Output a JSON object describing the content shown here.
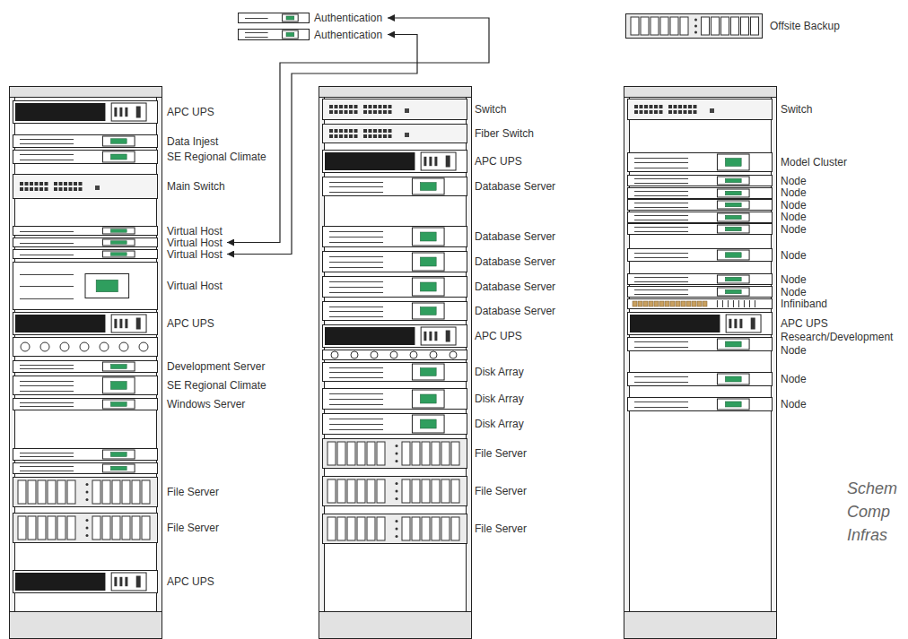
{
  "diagram": {
    "caption": "Schem Comp Infras",
    "nodes": [
      {
        "text": [
          "Authentication"
        ]
      },
      {
        "text": [
          "Authentication"
        ]
      },
      {
        "text": [
          "Offsite Backup"
        ]
      },
      {
        "text": [
          "APC UPS"
        ]
      },
      {
        "text": [
          "Data Injest"
        ]
      },
      {
        "text": [
          "SE Regional Climate"
        ]
      },
      {
        "text": [
          "Main Switch"
        ]
      },
      {
        "text": [
          "Virtual Host"
        ]
      },
      {
        "text": [
          "Virtual Host"
        ]
      },
      {
        "text": [
          "Virtual Host"
        ]
      },
      {
        "text": [
          "Virtual Host"
        ]
      },
      {
        "text": [
          "APC UPS"
        ]
      },
      {
        "text": [
          "Development Server"
        ]
      },
      {
        "text": [
          "SE Regional Climate"
        ]
      },
      {
        "text": [
          "Windows Server"
        ]
      },
      {
        "text": [
          "File Server"
        ]
      },
      {
        "text": [
          "File Server"
        ]
      },
      {
        "text": [
          "APC UPS"
        ]
      },
      {
        "text": [
          "Switch"
        ]
      },
      {
        "text": [
          "Fiber Switch"
        ]
      },
      {
        "text": [
          "APC UPS"
        ]
      },
      {
        "text": [
          "Database Server"
        ]
      },
      {
        "text": [
          "Database Server"
        ]
      },
      {
        "text": [
          "Database Server"
        ]
      },
      {
        "text": [
          "Database Server"
        ]
      },
      {
        "text": [
          "Database Server"
        ]
      },
      {
        "text": [
          "APC UPS"
        ]
      },
      {
        "text": [
          "Disk Array"
        ]
      },
      {
        "text": [
          "Disk Array"
        ]
      },
      {
        "text": [
          "Disk Array"
        ]
      },
      {
        "text": [
          "File Server"
        ]
      },
      {
        "text": [
          "File Server"
        ]
      },
      {
        "text": [
          "File Server"
        ]
      },
      {
        "text": [
          "Switch"
        ]
      },
      {
        "text": [
          "Model Cluster"
        ]
      },
      {
        "text": [
          "Node"
        ]
      },
      {
        "text": [
          "Node"
        ]
      },
      {
        "text": [
          "Node"
        ]
      },
      {
        "text": [
          "Node"
        ]
      },
      {
        "text": [
          "Node"
        ]
      },
      {
        "text": [
          "Node"
        ]
      },
      {
        "text": [
          "Node"
        ]
      },
      {
        "text": [
          "Node"
        ]
      },
      {
        "text": [
          "Infiniband"
        ]
      },
      {
        "text": [
          "APC UPS"
        ]
      },
      {
        "text": [
          "Research/Development Node"
        ]
      },
      {
        "text": [
          "Node"
        ]
      },
      {
        "text": [
          "Node"
        ]
      }
    ],
    "edges": [
      {
        "from": 0,
        "to": 8,
        "arrow": "both"
      },
      {
        "from": 1,
        "to": 9,
        "arrow": "both"
      }
    ]
  }
}
